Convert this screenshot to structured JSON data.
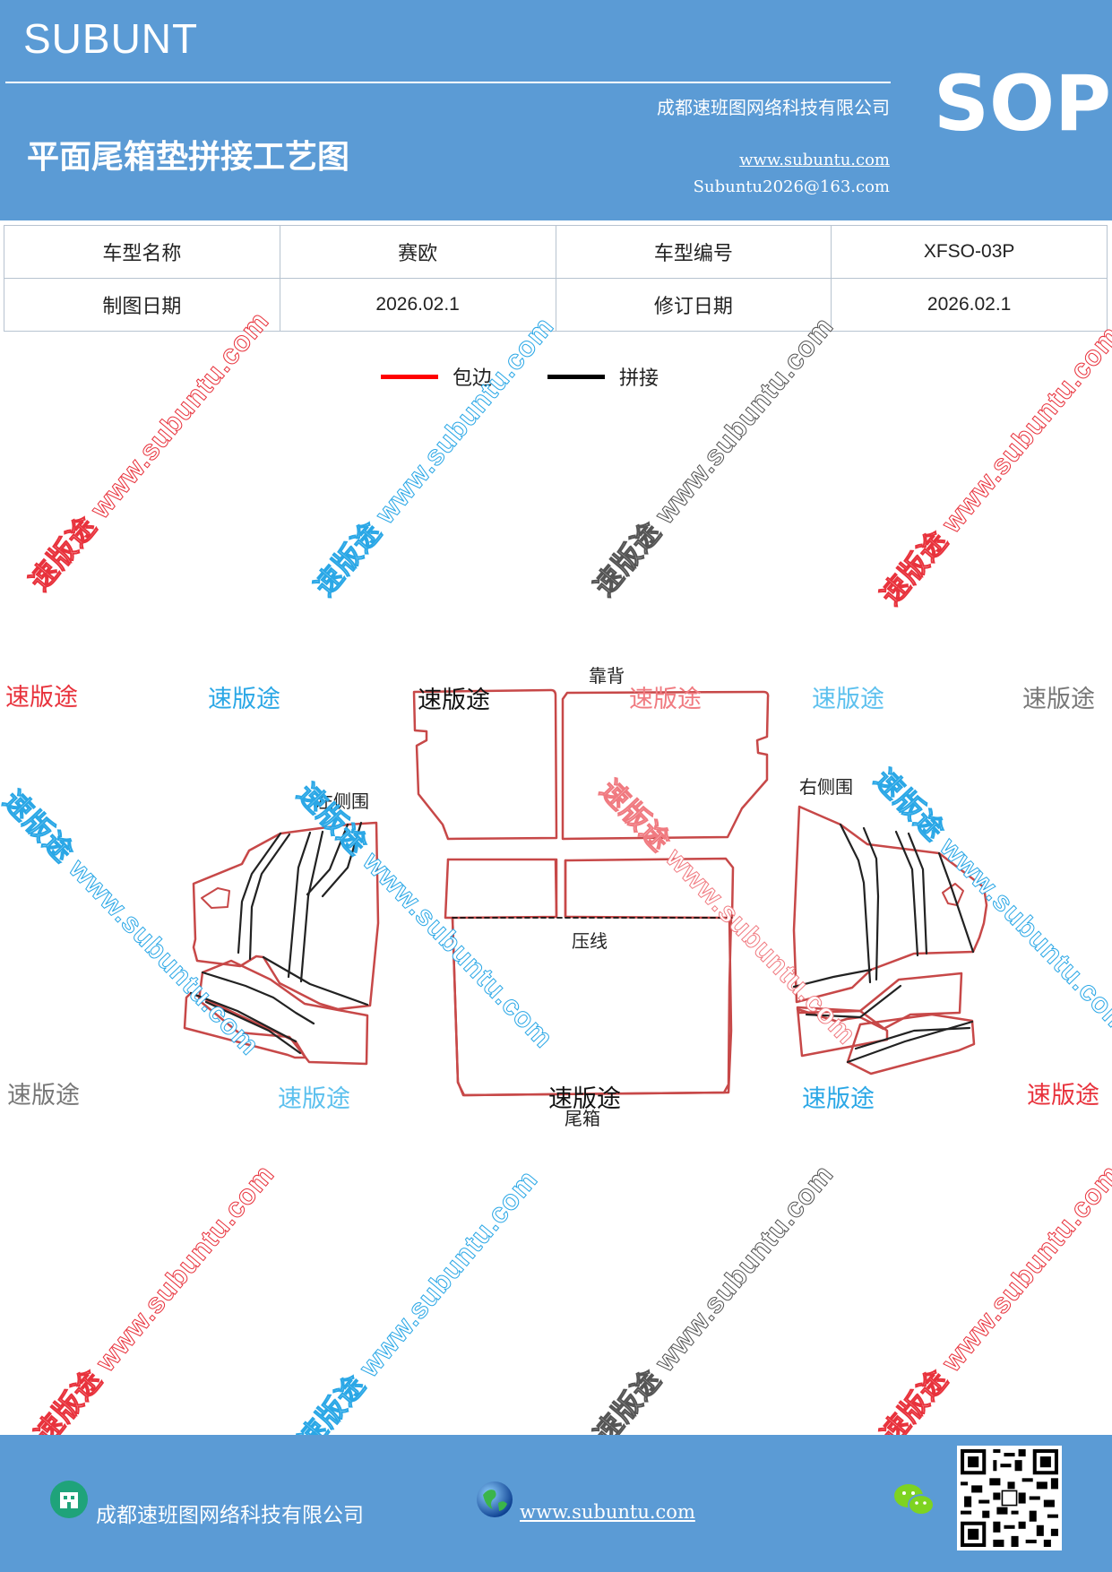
{
  "header": {
    "brand": "SUBUNT",
    "title": "平面尾箱垫拼接工艺图",
    "company": "成都速班图网络科技有限公司",
    "website": "www.subuntu.com",
    "email": "Subuntu2026@163.com",
    "badge": "SOP"
  },
  "info_table": {
    "model_name_label": "车型名称",
    "model_name_value": "赛欧",
    "model_code_label": "车型编号",
    "model_code_value": "XFSO-03P",
    "draw_date_label": "制图日期",
    "draw_date_value": "2026.02.1",
    "revise_date_label": "修订日期",
    "revise_date_value": "2026.02.1"
  },
  "legend": {
    "edge_label": "包边",
    "edge_color": "#ff0000",
    "splice_label": "拼接",
    "splice_color": "#000000"
  },
  "diagram": {
    "backrest_label": "靠背",
    "left_side_label": "左侧围",
    "right_side_label": "右侧围",
    "crease_label": "压线",
    "trunk_label": "尾箱"
  },
  "watermark": {
    "diagonal_text": "速版途 www.subuntu.com",
    "short_text": "速版途",
    "colors": {
      "red": "#e8323c",
      "blue": "#2aa7e6",
      "gray": "#555555"
    }
  },
  "footer": {
    "company": "成都速班图网络科技有限公司",
    "website": "www.subuntu.com"
  },
  "icons": [
    "building-icon",
    "globe-icon",
    "wechat-icon",
    "qr-code"
  ]
}
